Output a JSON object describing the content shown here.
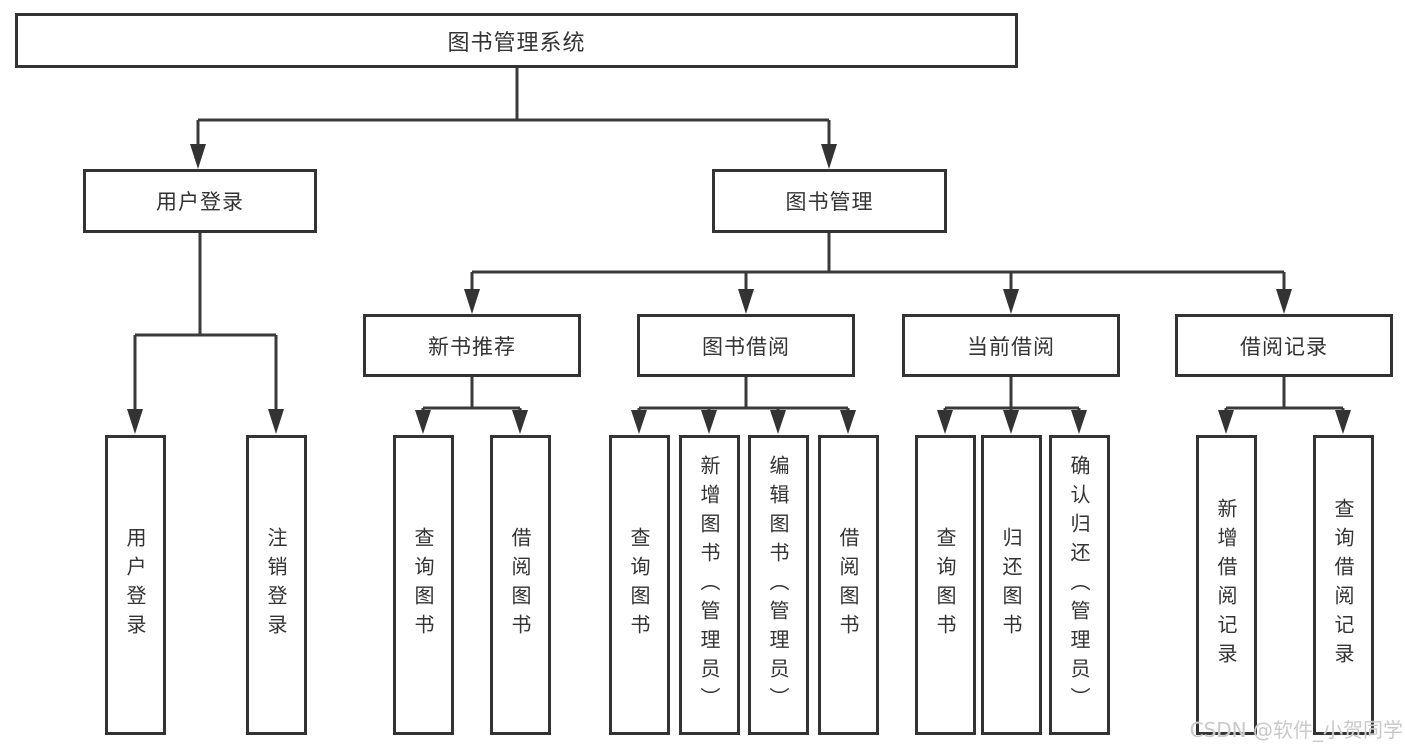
{
  "diagram": {
    "title": "图书管理系统",
    "root": {
      "label": "图书管理系统"
    },
    "branches": [
      {
        "label": "用户登录",
        "children": [
          {
            "label": "用户登录"
          },
          {
            "label": "注销登录"
          }
        ]
      },
      {
        "label": "图书管理",
        "children": [
          {
            "label": "新书推荐",
            "children": [
              {
                "label": "查询图书"
              },
              {
                "label": "借阅图书"
              }
            ]
          },
          {
            "label": "图书借阅",
            "children": [
              {
                "label": "查询图书"
              },
              {
                "label": "新增图书（管理员）"
              },
              {
                "label": "编辑图书（管理员）"
              },
              {
                "label": "借阅图书"
              }
            ]
          },
          {
            "label": "当前借阅",
            "children": [
              {
                "label": "查询图书"
              },
              {
                "label": "归还图书"
              },
              {
                "label": "确认归还（管理员）"
              }
            ]
          },
          {
            "label": "借阅记录",
            "children": [
              {
                "label": "新增借阅记录"
              },
              {
                "label": "查询借阅记录"
              }
            ]
          }
        ]
      }
    ]
  },
  "watermark": {
    "text": "CSDN @软件_小贺同学"
  },
  "colors": {
    "line": "#3a3a3a",
    "box_border": "#333333",
    "box_fill": "#ffffff",
    "text": "#333333",
    "watermark": "#c9c9c9",
    "background": "#ffffff"
  }
}
